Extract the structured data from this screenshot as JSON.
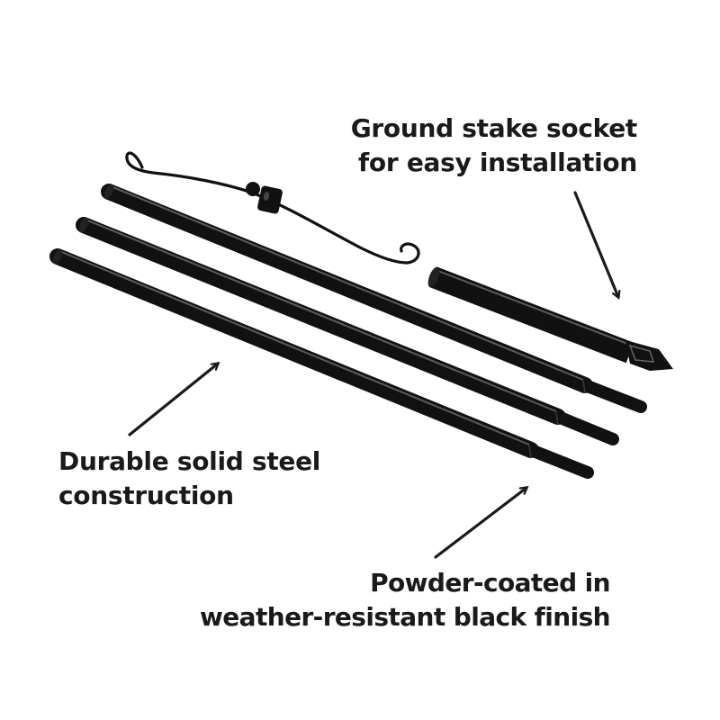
{
  "product": {
    "components": [
      "pole-section",
      "pole-section",
      "pole-section",
      "ground-stake",
      "hanger-arm",
      "stopper"
    ],
    "finish_color": "#111111"
  },
  "callouts": {
    "socket": {
      "line1": "Ground stake socket",
      "line2": "for easy installation"
    },
    "steel": {
      "line1": "Durable solid steel",
      "line2": "construction"
    },
    "powder": {
      "line1": "Powder-coated in",
      "line2": "weather-resistant black finish"
    }
  },
  "colors": {
    "background": "#ffffff",
    "text": "#1a1a1a",
    "metal": "#111111",
    "highlight": "#5a5a5a"
  }
}
